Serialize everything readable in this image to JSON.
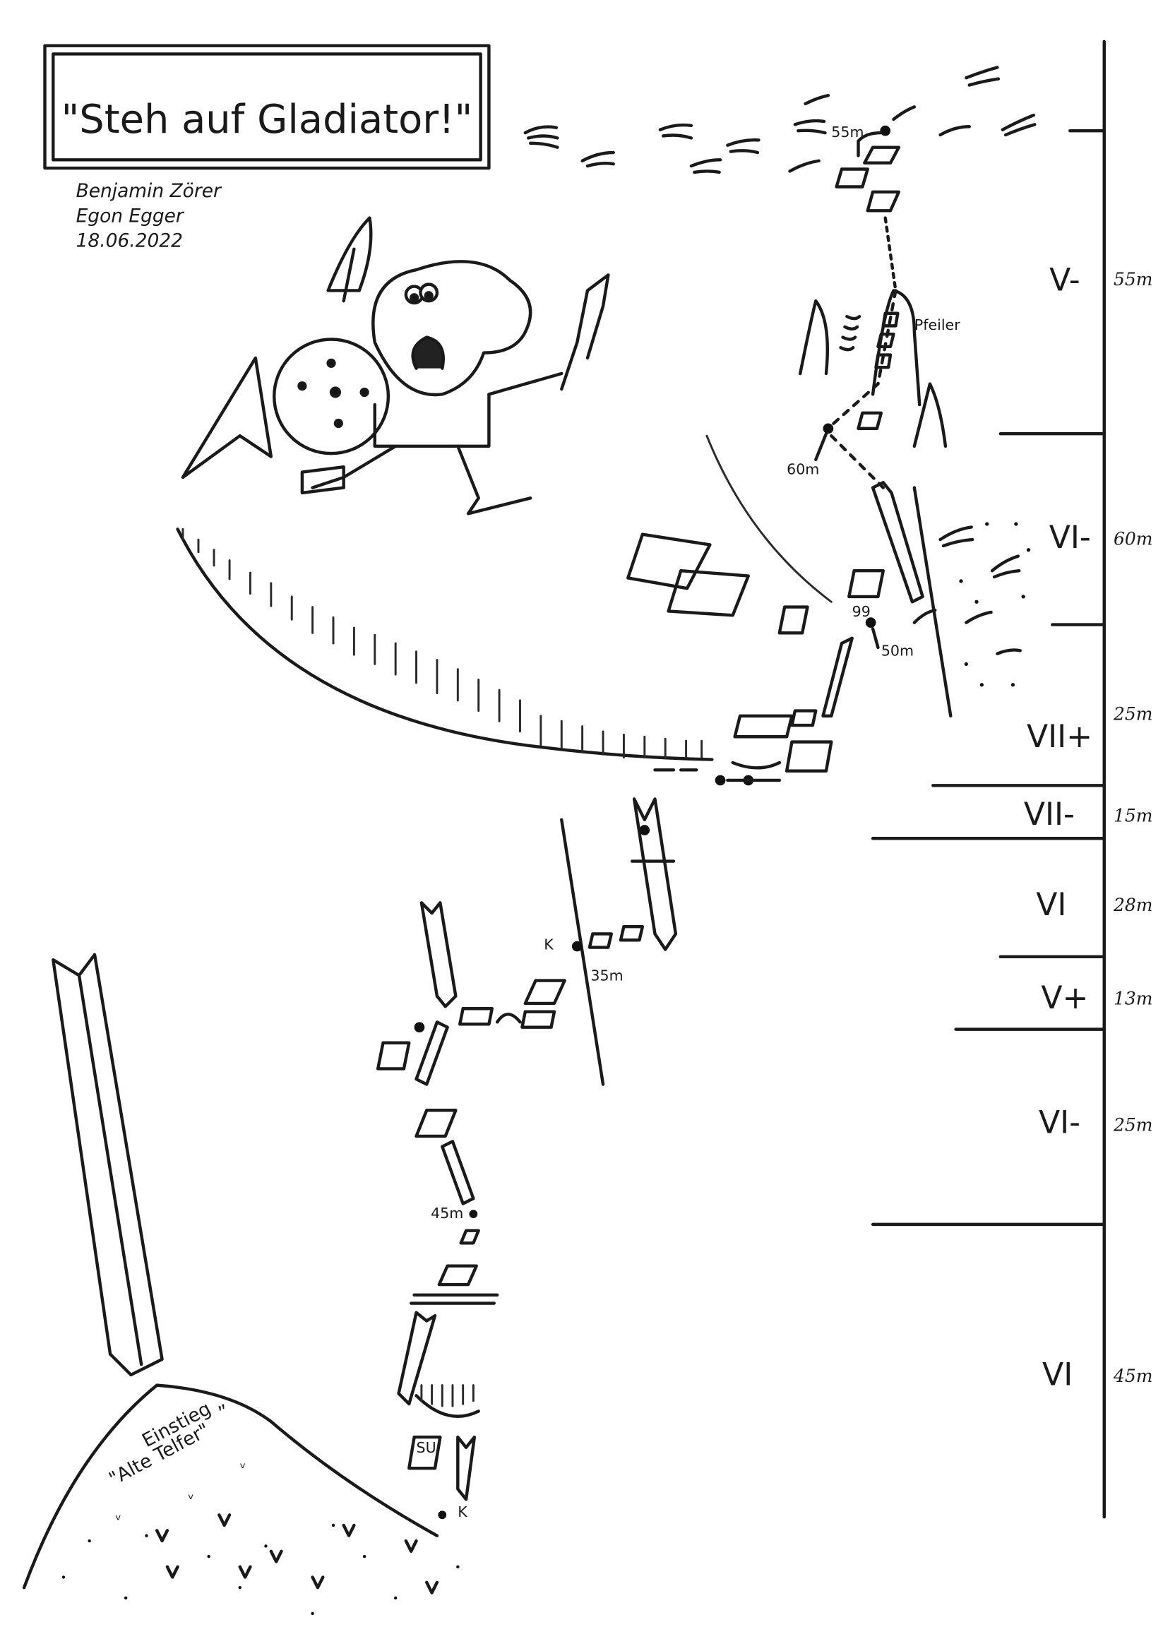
{
  "title": "\"Steh auf Gladiator!\"",
  "authors": [
    "Benjamin Zörer",
    "Egon Egger"
  ],
  "date": "18.06.2022",
  "pitches": [
    {
      "grade": "V-",
      "length": "55m"
    },
    {
      "grade": "VI-",
      "length": "60m"
    },
    {
      "grade": "VII+",
      "length": "25m"
    },
    {
      "grade": "VII-",
      "length": "15m"
    },
    {
      "grade": "VI",
      "length": "28m"
    },
    {
      "grade": "V+",
      "length": "13m"
    },
    {
      "grade": "VI-",
      "length": "25m"
    },
    {
      "grade": "VI",
      "length": "45m"
    }
  ],
  "annotations": {
    "top_rappel": "55m",
    "pillar": "Pfeiler",
    "rappel_60": "60m",
    "rappel_50": "50m",
    "anchor_99": "99",
    "rappel_35": "35m",
    "belay_K": "K",
    "rappel_45": "45m",
    "su_box": "SU",
    "start_K": "K",
    "start_line1": "Einstieg „",
    "start_line2": "\"Alte Telfer\""
  }
}
